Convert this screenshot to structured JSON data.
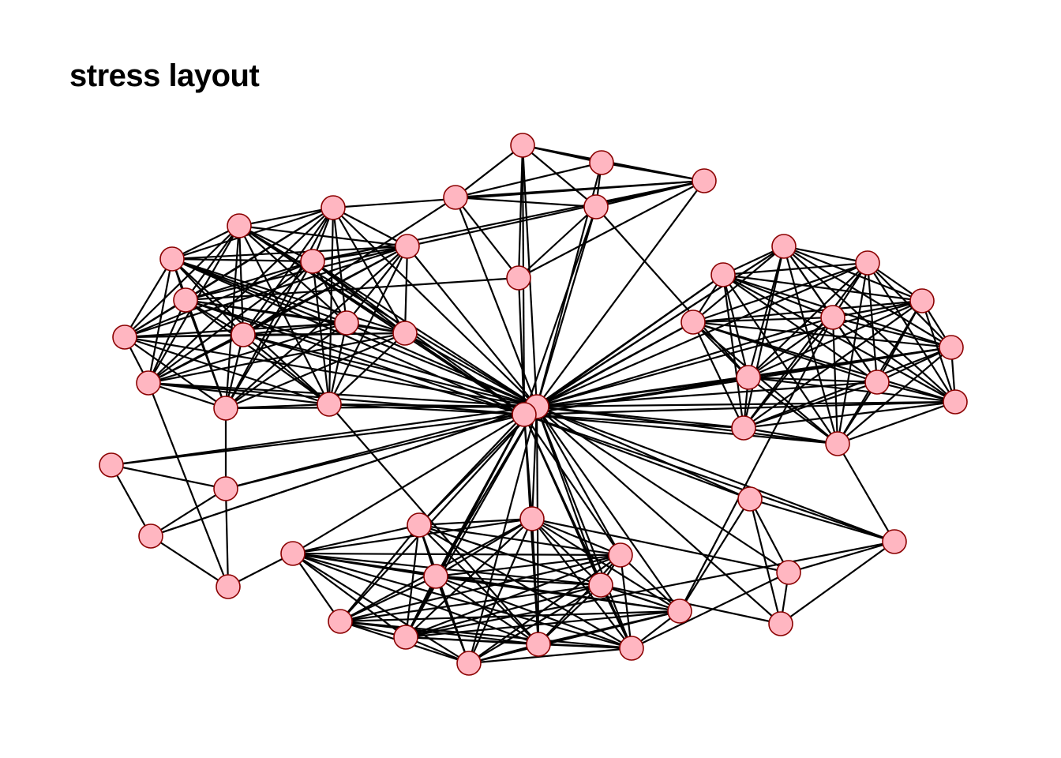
{
  "title": "stress layout",
  "colors": {
    "node_fill": "#ffb6c1",
    "node_stroke": "#8b0000",
    "edge": "#000000",
    "background": "#ffffff"
  },
  "layout_name": "stress",
  "nodes": [
    {
      "id": 0,
      "group": "top"
    },
    {
      "id": 1,
      "group": "top"
    },
    {
      "id": 2,
      "group": "top"
    },
    {
      "id": 3,
      "group": "top"
    },
    {
      "id": 4,
      "group": "top"
    },
    {
      "id": 5,
      "group": "top"
    },
    {
      "id": 6,
      "group": "left"
    },
    {
      "id": 7,
      "group": "left"
    },
    {
      "id": 8,
      "group": "left"
    },
    {
      "id": 9,
      "group": "left"
    },
    {
      "id": 10,
      "group": "left"
    },
    {
      "id": 11,
      "group": "left"
    },
    {
      "id": 12,
      "group": "left"
    },
    {
      "id": 13,
      "group": "left"
    },
    {
      "id": 14,
      "group": "left"
    },
    {
      "id": 15,
      "group": "left"
    },
    {
      "id": 16,
      "group": "left"
    },
    {
      "id": 17,
      "group": "left"
    },
    {
      "id": 18,
      "group": "left"
    },
    {
      "id": 19,
      "group": "right"
    },
    {
      "id": 20,
      "group": "right"
    },
    {
      "id": 21,
      "group": "right"
    },
    {
      "id": 22,
      "group": "right"
    },
    {
      "id": 23,
      "group": "right"
    },
    {
      "id": 24,
      "group": "right"
    },
    {
      "id": 25,
      "group": "right"
    },
    {
      "id": 26,
      "group": "right"
    },
    {
      "id": 27,
      "group": "right"
    },
    {
      "id": 28,
      "group": "right"
    },
    {
      "id": 29,
      "group": "right"
    },
    {
      "id": 30,
      "group": "right"
    },
    {
      "id": 31,
      "group": "hub"
    },
    {
      "id": 32,
      "group": "hub"
    },
    {
      "id": 33,
      "group": "lower-left"
    },
    {
      "id": 34,
      "group": "lower-left"
    },
    {
      "id": 35,
      "group": "lower-left"
    },
    {
      "id": 36,
      "group": "lower-left"
    },
    {
      "id": 37,
      "group": "bottom"
    },
    {
      "id": 38,
      "group": "bottom"
    },
    {
      "id": 39,
      "group": "bottom"
    },
    {
      "id": 40,
      "group": "bottom"
    },
    {
      "id": 41,
      "group": "bottom"
    },
    {
      "id": 42,
      "group": "bottom"
    },
    {
      "id": 43,
      "group": "bottom"
    },
    {
      "id": 44,
      "group": "bottom"
    },
    {
      "id": 45,
      "group": "bottom"
    },
    {
      "id": 46,
      "group": "bottom"
    },
    {
      "id": 47,
      "group": "bottom"
    },
    {
      "id": 48,
      "group": "bottom"
    },
    {
      "id": 49,
      "group": "lower-right"
    },
    {
      "id": 50,
      "group": "lower-right"
    },
    {
      "id": 51,
      "group": "lower-right"
    },
    {
      "id": 52,
      "group": "lower-right"
    }
  ],
  "edges": [
    [
      0,
      1
    ],
    [
      0,
      2
    ],
    [
      0,
      3
    ],
    [
      0,
      4
    ],
    [
      0,
      5
    ],
    [
      1,
      2
    ],
    [
      1,
      3
    ],
    [
      1,
      4
    ],
    [
      2,
      3
    ],
    [
      2,
      4
    ],
    [
      2,
      5
    ],
    [
      3,
      4
    ],
    [
      3,
      5
    ],
    [
      4,
      5
    ],
    [
      0,
      31
    ],
    [
      0,
      32
    ],
    [
      1,
      31
    ],
    [
      2,
      31
    ],
    [
      3,
      31
    ],
    [
      4,
      31
    ],
    [
      4,
      32
    ],
    [
      5,
      32
    ],
    [
      2,
      9
    ],
    [
      2,
      10
    ],
    [
      2,
      8
    ],
    [
      3,
      13
    ],
    [
      4,
      26
    ],
    [
      5,
      11
    ],
    [
      6,
      7
    ],
    [
      6,
      8
    ],
    [
      6,
      9
    ],
    [
      6,
      10
    ],
    [
      6,
      11
    ],
    [
      6,
      12
    ],
    [
      6,
      13
    ],
    [
      6,
      14
    ],
    [
      6,
      15
    ],
    [
      6,
      16
    ],
    [
      6,
      17
    ],
    [
      6,
      18
    ],
    [
      7,
      8
    ],
    [
      7,
      9
    ],
    [
      7,
      10
    ],
    [
      7,
      11
    ],
    [
      7,
      12
    ],
    [
      7,
      13
    ],
    [
      7,
      14
    ],
    [
      7,
      15
    ],
    [
      7,
      16
    ],
    [
      7,
      17
    ],
    [
      7,
      18
    ],
    [
      8,
      9
    ],
    [
      8,
      10
    ],
    [
      8,
      11
    ],
    [
      8,
      12
    ],
    [
      8,
      13
    ],
    [
      8,
      14
    ],
    [
      8,
      15
    ],
    [
      8,
      16
    ],
    [
      8,
      17
    ],
    [
      8,
      18
    ],
    [
      9,
      10
    ],
    [
      9,
      11
    ],
    [
      9,
      12
    ],
    [
      9,
      13
    ],
    [
      9,
      14
    ],
    [
      9,
      15
    ],
    [
      9,
      16
    ],
    [
      9,
      17
    ],
    [
      9,
      18
    ],
    [
      10,
      11
    ],
    [
      10,
      12
    ],
    [
      10,
      13
    ],
    [
      10,
      14
    ],
    [
      10,
      15
    ],
    [
      10,
      16
    ],
    [
      10,
      17
    ],
    [
      10,
      18
    ],
    [
      11,
      12
    ],
    [
      11,
      13
    ],
    [
      11,
      14
    ],
    [
      11,
      15
    ],
    [
      11,
      16
    ],
    [
      11,
      17
    ],
    [
      11,
      18
    ],
    [
      12,
      13
    ],
    [
      12,
      14
    ],
    [
      12,
      15
    ],
    [
      12,
      16
    ],
    [
      12,
      17
    ],
    [
      12,
      18
    ],
    [
      13,
      14
    ],
    [
      13,
      15
    ],
    [
      13,
      16
    ],
    [
      13,
      17
    ],
    [
      13,
      18
    ],
    [
      14,
      15
    ],
    [
      14,
      16
    ],
    [
      14,
      17
    ],
    [
      14,
      18
    ],
    [
      15,
      16
    ],
    [
      15,
      17
    ],
    [
      15,
      18
    ],
    [
      16,
      17
    ],
    [
      16,
      18
    ],
    [
      17,
      18
    ],
    [
      6,
      31
    ],
    [
      6,
      32
    ],
    [
      7,
      31
    ],
    [
      7,
      32
    ],
    [
      8,
      31
    ],
    [
      9,
      31
    ],
    [
      9,
      32
    ],
    [
      10,
      31
    ],
    [
      11,
      31
    ],
    [
      11,
      32
    ],
    [
      12,
      31
    ],
    [
      13,
      31
    ],
    [
      13,
      32
    ],
    [
      14,
      31
    ],
    [
      15,
      31
    ],
    [
      15,
      32
    ],
    [
      16,
      31
    ],
    [
      16,
      32
    ],
    [
      17,
      31
    ],
    [
      18,
      31
    ],
    [
      18,
      32
    ],
    [
      19,
      20
    ],
    [
      19,
      21
    ],
    [
      19,
      22
    ],
    [
      19,
      23
    ],
    [
      19,
      24
    ],
    [
      19,
      25
    ],
    [
      19,
      26
    ],
    [
      19,
      27
    ],
    [
      19,
      28
    ],
    [
      19,
      29
    ],
    [
      19,
      30
    ],
    [
      20,
      21
    ],
    [
      20,
      22
    ],
    [
      20,
      23
    ],
    [
      20,
      24
    ],
    [
      20,
      25
    ],
    [
      20,
      26
    ],
    [
      20,
      27
    ],
    [
      20,
      28
    ],
    [
      20,
      29
    ],
    [
      20,
      30
    ],
    [
      21,
      22
    ],
    [
      21,
      23
    ],
    [
      21,
      24
    ],
    [
      21,
      25
    ],
    [
      21,
      26
    ],
    [
      21,
      27
    ],
    [
      21,
      28
    ],
    [
      21,
      29
    ],
    [
      21,
      30
    ],
    [
      22,
      23
    ],
    [
      22,
      24
    ],
    [
      22,
      25
    ],
    [
      22,
      26
    ],
    [
      22,
      27
    ],
    [
      22,
      28
    ],
    [
      22,
      29
    ],
    [
      22,
      30
    ],
    [
      23,
      24
    ],
    [
      23,
      25
    ],
    [
      23,
      26
    ],
    [
      23,
      27
    ],
    [
      23,
      28
    ],
    [
      23,
      29
    ],
    [
      23,
      30
    ],
    [
      24,
      25
    ],
    [
      24,
      26
    ],
    [
      24,
      27
    ],
    [
      24,
      28
    ],
    [
      24,
      29
    ],
    [
      24,
      30
    ],
    [
      25,
      26
    ],
    [
      25,
      27
    ],
    [
      25,
      28
    ],
    [
      25,
      29
    ],
    [
      25,
      30
    ],
    [
      26,
      27
    ],
    [
      26,
      28
    ],
    [
      26,
      29
    ],
    [
      26,
      30
    ],
    [
      27,
      28
    ],
    [
      27,
      29
    ],
    [
      27,
      30
    ],
    [
      28,
      29
    ],
    [
      28,
      30
    ],
    [
      29,
      30
    ],
    [
      19,
      31
    ],
    [
      19,
      32
    ],
    [
      20,
      31
    ],
    [
      21,
      31
    ],
    [
      21,
      32
    ],
    [
      22,
      31
    ],
    [
      23,
      31
    ],
    [
      23,
      32
    ],
    [
      24,
      31
    ],
    [
      25,
      31
    ],
    [
      25,
      32
    ],
    [
      26,
      31
    ],
    [
      26,
      32
    ],
    [
      27,
      31
    ],
    [
      28,
      31
    ],
    [
      28,
      32
    ],
    [
      29,
      31
    ],
    [
      29,
      32
    ],
    [
      30,
      31
    ],
    [
      30,
      32
    ],
    [
      31,
      32
    ],
    [
      33,
      34
    ],
    [
      33,
      35
    ],
    [
      33,
      31
    ],
    [
      33,
      32
    ],
    [
      34,
      35
    ],
    [
      34,
      36
    ],
    [
      34,
      31
    ],
    [
      34,
      32
    ],
    [
      35,
      36
    ],
    [
      35,
      31
    ],
    [
      36,
      16
    ],
    [
      36,
      40
    ],
    [
      34,
      17
    ],
    [
      35,
      31
    ],
    [
      18,
      46
    ],
    [
      37,
      38
    ],
    [
      37,
      39
    ],
    [
      37,
      40
    ],
    [
      37,
      41
    ],
    [
      37,
      42
    ],
    [
      37,
      43
    ],
    [
      37,
      44
    ],
    [
      37,
      45
    ],
    [
      37,
      46
    ],
    [
      37,
      47
    ],
    [
      37,
      48
    ],
    [
      38,
      39
    ],
    [
      38,
      40
    ],
    [
      38,
      41
    ],
    [
      38,
      42
    ],
    [
      38,
      43
    ],
    [
      38,
      44
    ],
    [
      38,
      45
    ],
    [
      38,
      46
    ],
    [
      38,
      47
    ],
    [
      38,
      48
    ],
    [
      39,
      40
    ],
    [
      39,
      41
    ],
    [
      39,
      42
    ],
    [
      39,
      43
    ],
    [
      39,
      44
    ],
    [
      39,
      45
    ],
    [
      39,
      46
    ],
    [
      39,
      47
    ],
    [
      39,
      48
    ],
    [
      40,
      41
    ],
    [
      40,
      42
    ],
    [
      40,
      43
    ],
    [
      40,
      44
    ],
    [
      40,
      45
    ],
    [
      40,
      46
    ],
    [
      40,
      47
    ],
    [
      40,
      48
    ],
    [
      41,
      42
    ],
    [
      41,
      43
    ],
    [
      41,
      44
    ],
    [
      41,
      45
    ],
    [
      41,
      46
    ],
    [
      41,
      47
    ],
    [
      41,
      48
    ],
    [
      42,
      43
    ],
    [
      42,
      44
    ],
    [
      42,
      45
    ],
    [
      42,
      46
    ],
    [
      42,
      47
    ],
    [
      42,
      48
    ],
    [
      43,
      44
    ],
    [
      43,
      45
    ],
    [
      43,
      46
    ],
    [
      43,
      47
    ],
    [
      43,
      48
    ],
    [
      44,
      45
    ],
    [
      44,
      46
    ],
    [
      44,
      47
    ],
    [
      44,
      48
    ],
    [
      45,
      46
    ],
    [
      45,
      47
    ],
    [
      45,
      48
    ],
    [
      46,
      47
    ],
    [
      46,
      48
    ],
    [
      47,
      48
    ],
    [
      37,
      31
    ],
    [
      37,
      32
    ],
    [
      38,
      31
    ],
    [
      38,
      32
    ],
    [
      39,
      31
    ],
    [
      39,
      32
    ],
    [
      40,
      31
    ],
    [
      41,
      31
    ],
    [
      41,
      32
    ],
    [
      42,
      31
    ],
    [
      42,
      32
    ],
    [
      43,
      31
    ],
    [
      44,
      31
    ],
    [
      44,
      32
    ],
    [
      45,
      31
    ],
    [
      46,
      31
    ],
    [
      46,
      32
    ],
    [
      47,
      31
    ],
    [
      47,
      32
    ],
    [
      48,
      31
    ],
    [
      49,
      50
    ],
    [
      49,
      51
    ],
    [
      49,
      52
    ],
    [
      50,
      51
    ],
    [
      50,
      52
    ],
    [
      51,
      52
    ],
    [
      49,
      31
    ],
    [
      50,
      31
    ],
    [
      51,
      31
    ],
    [
      52,
      31
    ],
    [
      49,
      32
    ],
    [
      50,
      32
    ],
    [
      51,
      47
    ],
    [
      52,
      42
    ],
    [
      50,
      44
    ],
    [
      49,
      48
    ],
    [
      51,
      38
    ],
    [
      24,
      48
    ],
    [
      30,
      50
    ]
  ]
}
